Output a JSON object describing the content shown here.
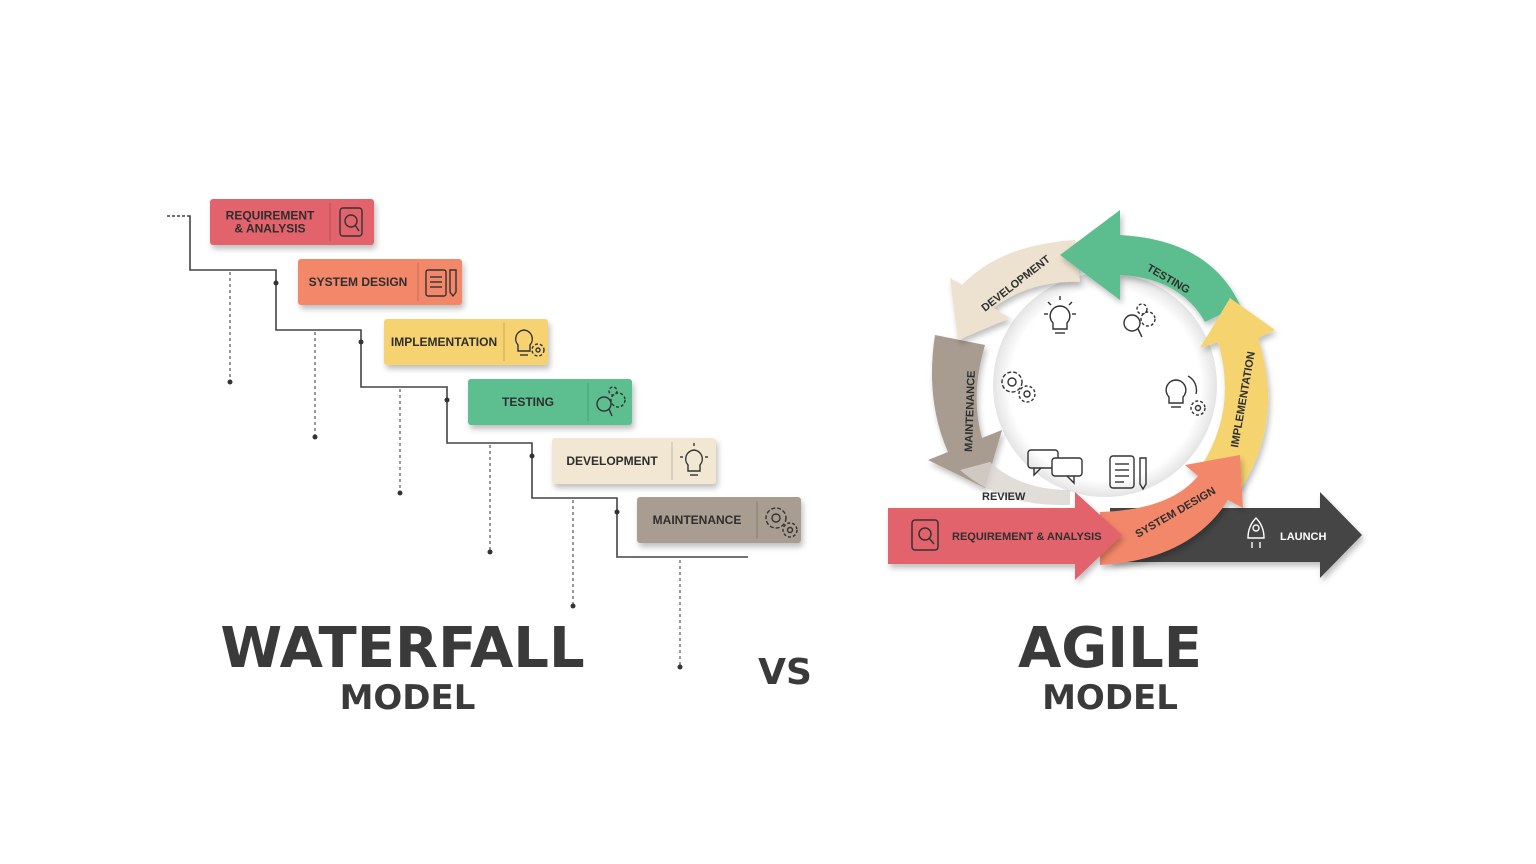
{
  "waterfall": {
    "title": "WATERFALL",
    "subtitle": "MODEL",
    "steps": [
      {
        "label_lines": [
          "REQUIREMENT",
          "& ANALYSIS"
        ],
        "color": "#e3636d",
        "icon": "magnifier-document-icon"
      },
      {
        "label_lines": [
          "SYSTEM DESIGN"
        ],
        "color": "#f3876a",
        "icon": "document-pencil-icon"
      },
      {
        "label_lines": [
          "IMPLEMENTATION"
        ],
        "color": "#f6d36f",
        "icon": "lightbulb-gear-icon"
      },
      {
        "label_lines": [
          "TESTING"
        ],
        "color": "#5dbf8f",
        "icon": "magnifier-gears-icon"
      },
      {
        "label_lines": [
          "DEVELOPMENT"
        ],
        "color": "#f2e7d3",
        "icon": "lightbulb-icon"
      },
      {
        "label_lines": [
          "MAINTENANCE"
        ],
        "color": "#a99d92",
        "icon": "gears-icon"
      }
    ]
  },
  "vs_label": "VS",
  "agile": {
    "title": "AGILE",
    "subtitle": "MODEL",
    "cycle_labels": {
      "testing": "TESTING",
      "development": "DEVELOPMENT",
      "maintenance": "MAINTENANCE",
      "implementation": "IMPLEMENTATION",
      "system_design": "SYSTEM DESIGN",
      "review": "REVIEW",
      "requirement": "REQUIREMENT & ANALYSIS",
      "launch": "LAUNCH"
    },
    "colors": {
      "testing": "#5cbe8e",
      "development": "#ede1cf",
      "maintenance": "#a89c90",
      "implementation": "#f5d470",
      "system_design": "#f3876a",
      "requirement": "#e3636d",
      "launch": "#444444"
    },
    "center_icons": [
      "lightbulb-icon",
      "magnifier-gears-icon",
      "gears-icon",
      "lightbulb-gear-icon",
      "chat-bubbles-icon",
      "document-pencil-icon"
    ]
  }
}
